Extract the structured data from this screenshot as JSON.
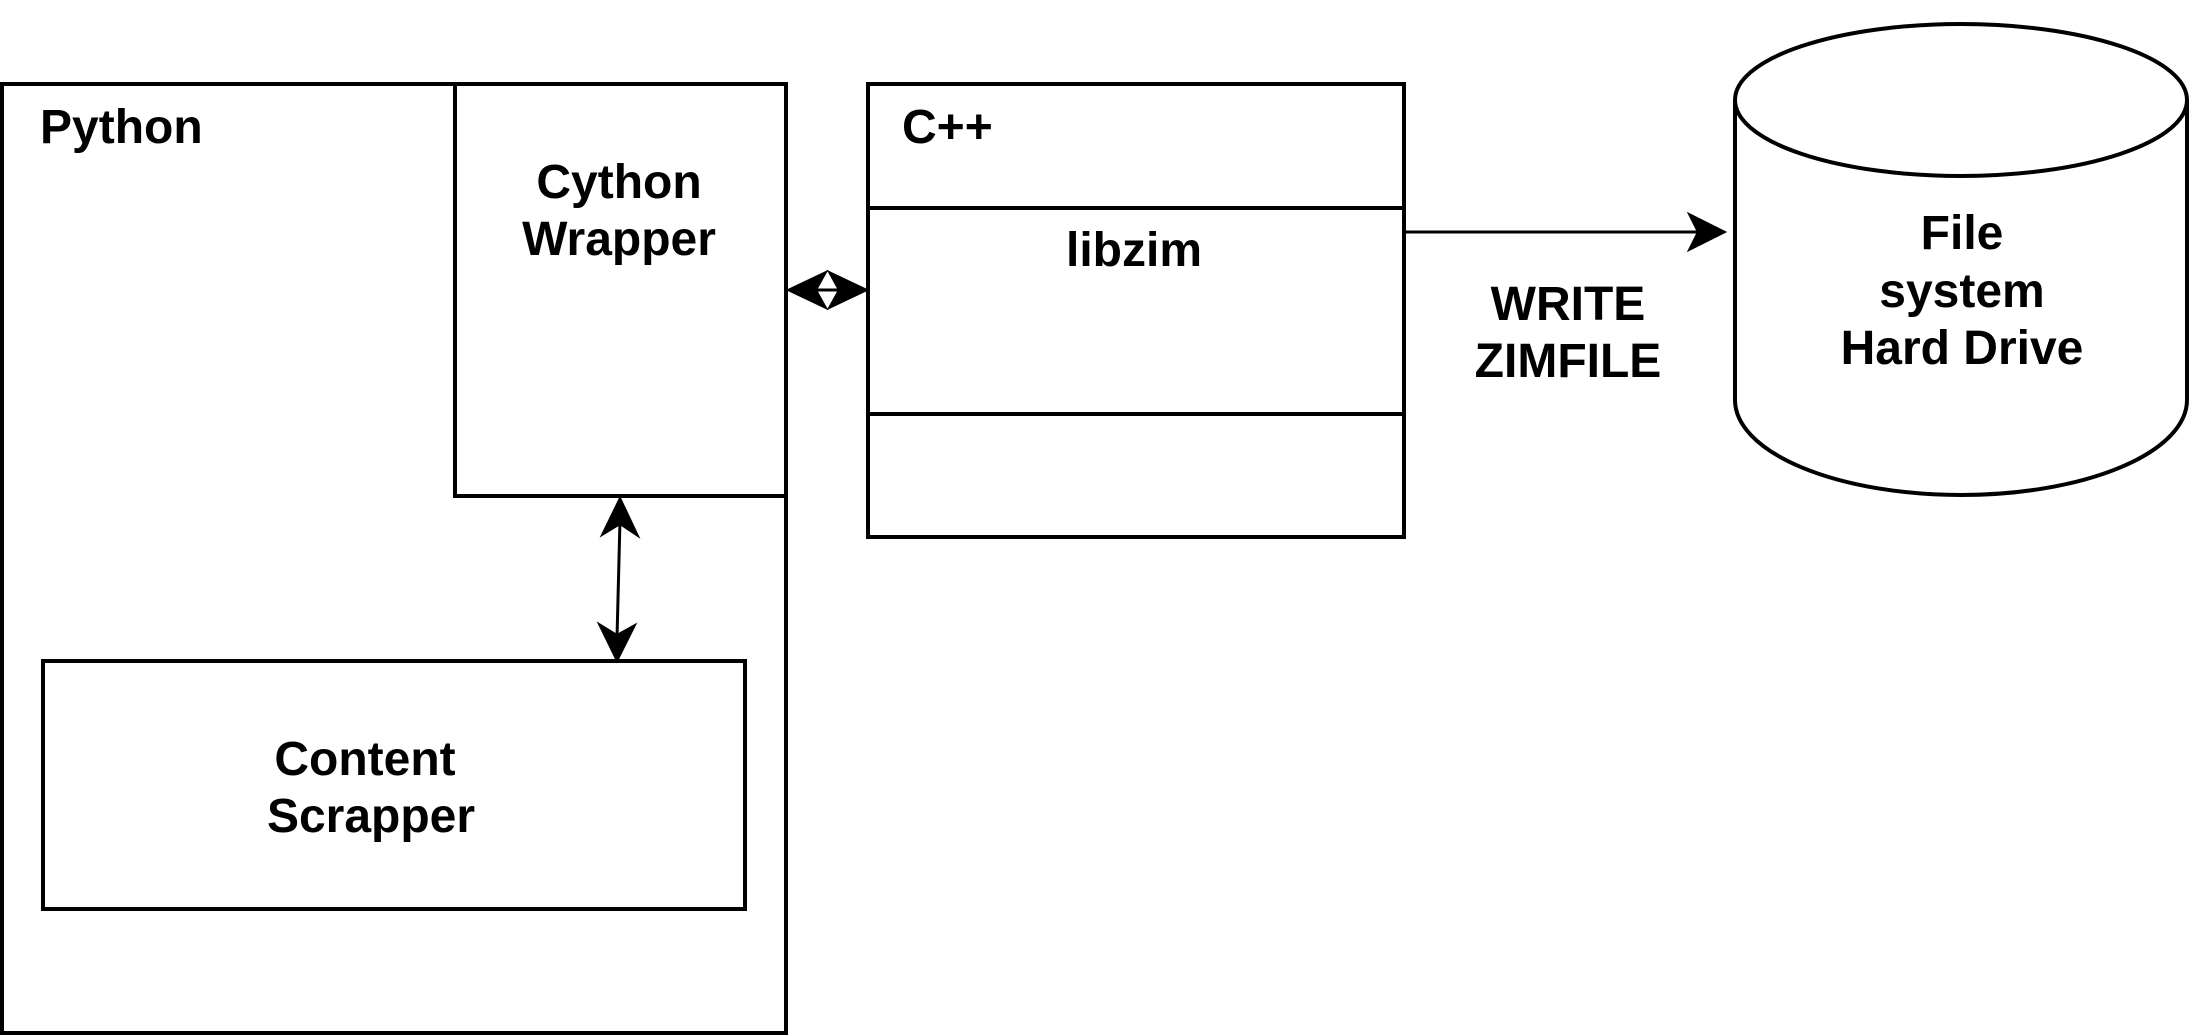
{
  "diagram": {
    "python": {
      "label": "Python"
    },
    "cython_wrapper": {
      "line1": "Cython",
      "line2": "Wrapper"
    },
    "content_scrapper": {
      "line1": "Content",
      "line2": "Scrapper"
    },
    "cpp": {
      "label": "C++"
    },
    "libzim": {
      "label": "libzim"
    },
    "write_label": {
      "line1": "WRITE",
      "line2": "ZIMFILE"
    },
    "filesystem": {
      "line1": "File",
      "line2": "system",
      "line3": "Hard Drive"
    }
  },
  "colors": {
    "stroke": "#000000",
    "background": "#ffffff"
  }
}
